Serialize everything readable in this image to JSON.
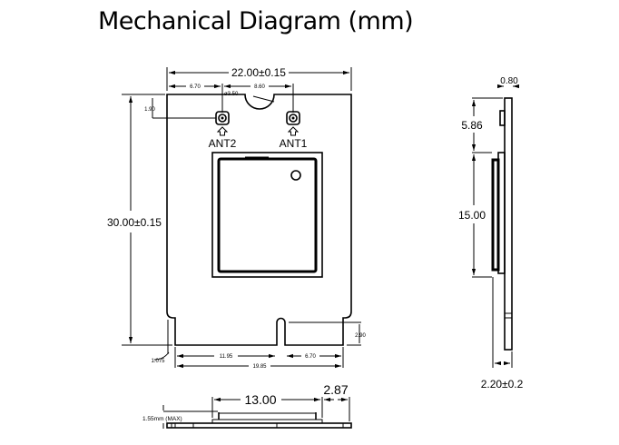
{
  "title": "Mechanical Diagram (mm)",
  "top_view": {
    "width": "22.00±0.15",
    "height": "30.00±0.15",
    "ant2_offset": "6.70",
    "ant_spacing": "8.60",
    "hole_dia": "ø3.50",
    "ant_top_offset": "1.90",
    "ant2_label": "ANT2",
    "ant1_label": "ANT1",
    "notch_depth": "2.90",
    "left_offset": "1.075",
    "left_segment": "11.95",
    "right_segment": "6.70",
    "bottom_width": "19.85"
  },
  "side_view": {
    "board_thickness": "0.80",
    "top_to_shield": "5.86",
    "shield_length": "15.00",
    "total_thickness": "2.20±0.2"
  },
  "bottom_view": {
    "shield_width": "13.00",
    "shield_edge": "2.87",
    "max_height": "1.55mm (MAX)"
  }
}
